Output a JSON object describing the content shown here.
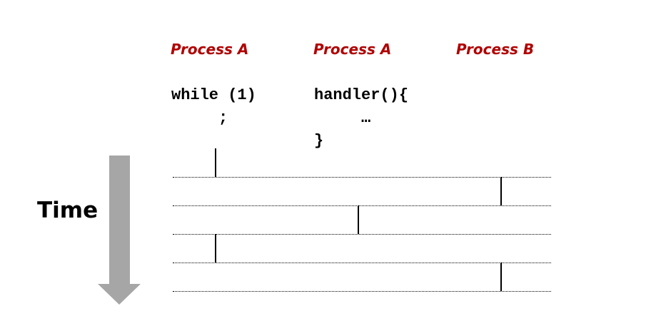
{
  "columns": [
    {
      "label": "Process A",
      "code": "while (1)\n     ;"
    },
    {
      "label": "Process A",
      "code": "handler(){\n     …\n}"
    },
    {
      "label": "Process B",
      "code": ""
    }
  ],
  "time_label": "Time",
  "timeline": {
    "rows": 5,
    "active_column_per_row": [
      0,
      2,
      1,
      0,
      2
    ]
  },
  "colors": {
    "process_label": "#b00000",
    "arrow": "#a6a6a6",
    "text": "#000000"
  }
}
